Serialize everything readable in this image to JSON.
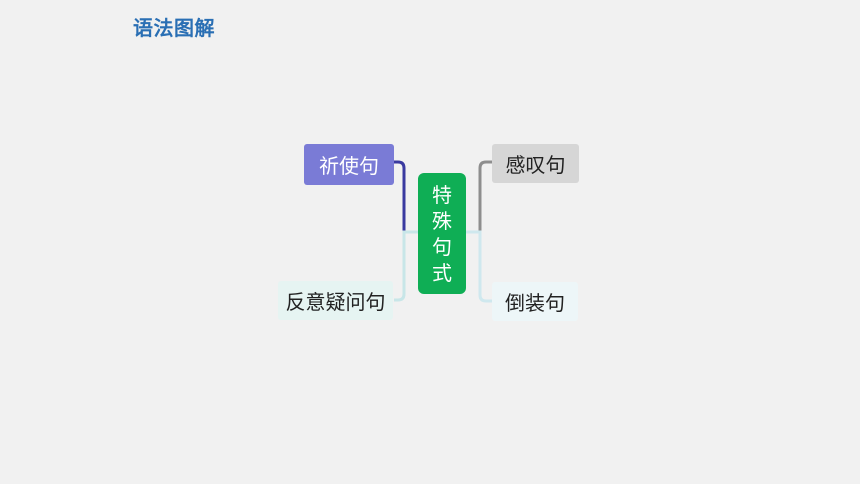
{
  "header": {
    "title": "语法图解"
  },
  "mindmap": {
    "center": {
      "chars": [
        "特",
        "殊",
        "句",
        "式"
      ],
      "color": "#0fae55"
    },
    "branches": [
      {
        "key": "qishi",
        "label": "祈使句",
        "color": "#7a7bd6",
        "line_color": "#3a3aa0"
      },
      {
        "key": "fanyi",
        "label": "反意疑问句",
        "color": "#e6f4f2",
        "line_color": "#c8e6e8"
      },
      {
        "key": "ganta",
        "label": "感叹句",
        "color": "#d6d6d6",
        "line_color": "#8e8e8e"
      },
      {
        "key": "daozhuang",
        "label": "倒装句",
        "color": "#edf6f8",
        "line_color": "#cfe8ee"
      }
    ]
  }
}
